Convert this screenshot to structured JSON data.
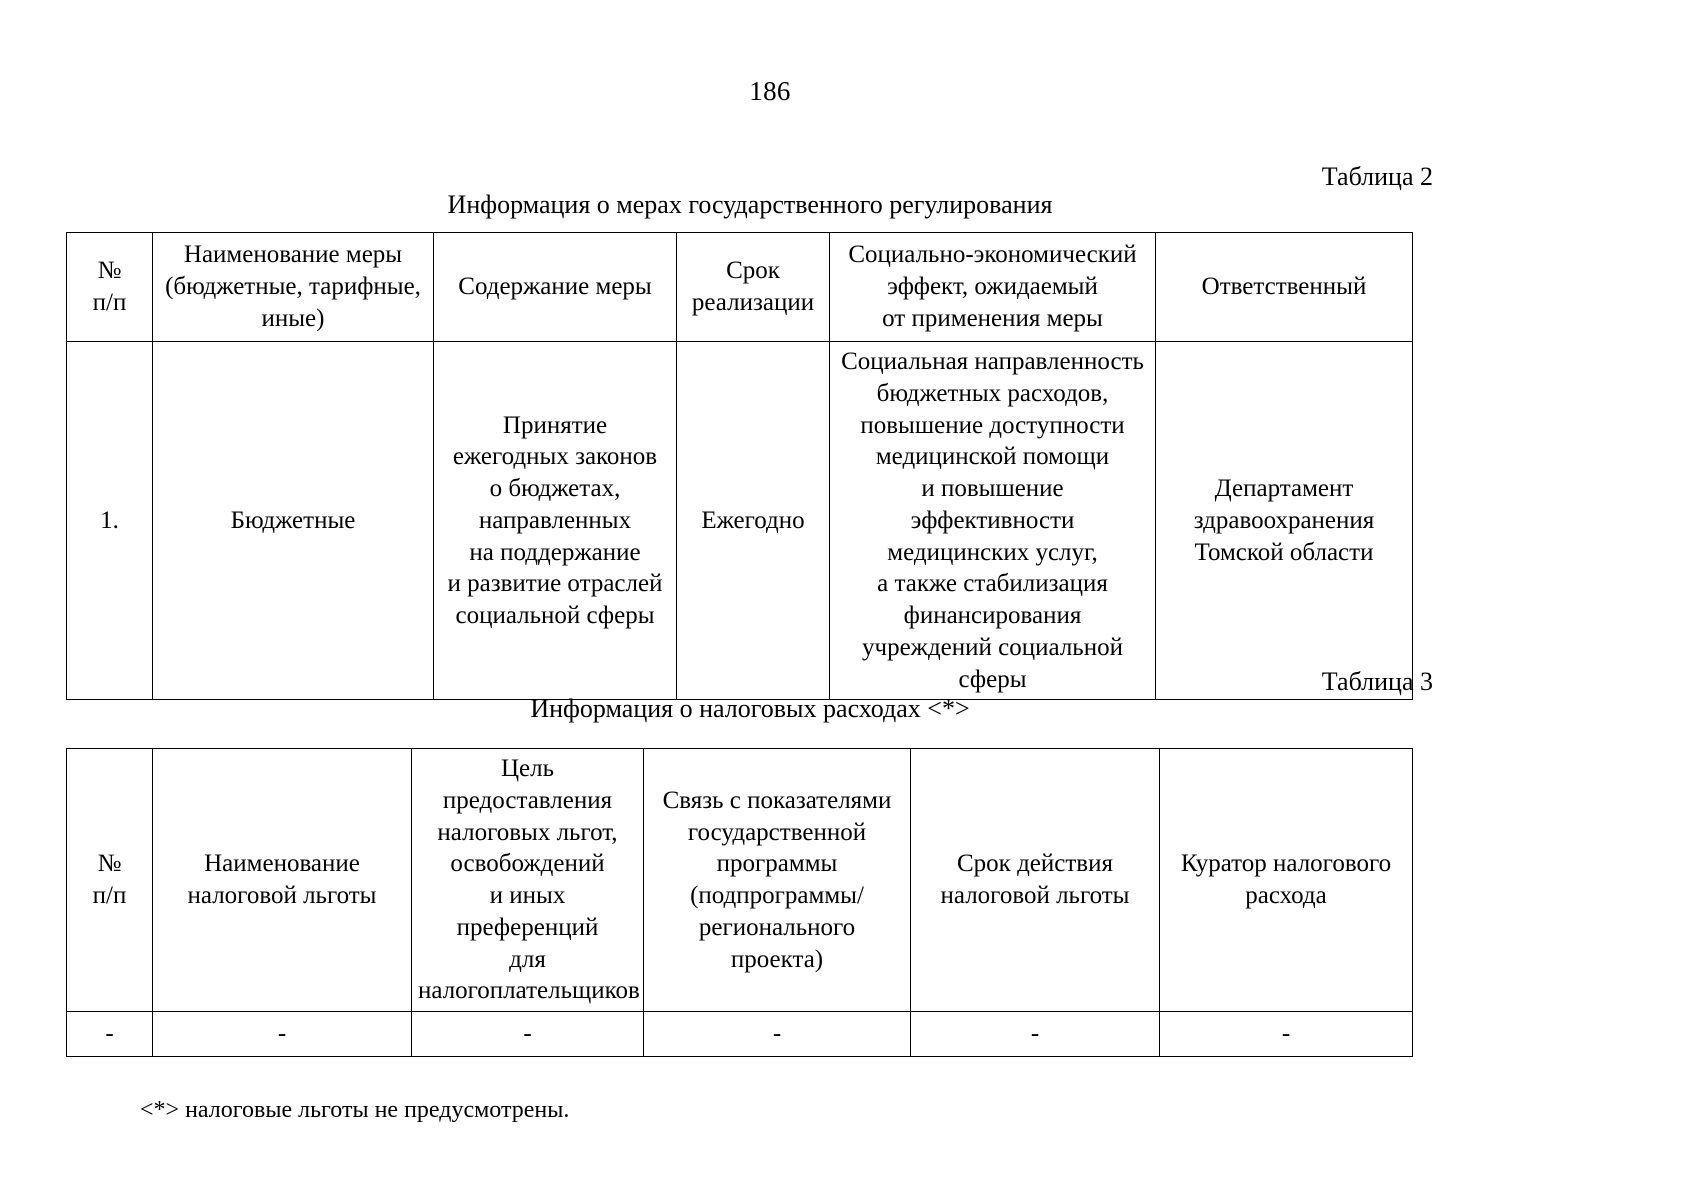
{
  "document": {
    "page_number": "186",
    "footnote": "<*> налоговые льготы не предусмотрены."
  },
  "table_regulation": {
    "label": "Таблица 2",
    "title": "Информация о мерах государственного регулирования",
    "headers": {
      "num": "№\nп/п",
      "measure_name": "Наименование меры\n(бюджетные, тарифные,\nиные)",
      "measure_content": "Содержание меры",
      "term": "Срок\nреализации",
      "effect": "Социально-экономический\nэффект, ожидаемый\nот применения меры",
      "responsible": "Ответственный"
    },
    "rows": [
      {
        "num": "1.",
        "measure_name": "Бюджетные",
        "measure_content": "Принятие\nежегодных законов\nо бюджетах,\nнаправленных\nна поддержание\nи развитие отраслей\nсоциальной сферы",
        "term": "Ежегодно",
        "effect": "Социальная направленность\nбюджетных расходов,\nповышение доступности\nмедицинской помощи\nи повышение\nэффективности\nмедицинских услуг,\nа также стабилизация\nфинансирования\nучреждений социальной\nсферы",
        "responsible": "Департамент\nздравоохранения\nТомской области"
      }
    ]
  },
  "table_tax": {
    "label": "Таблица 3",
    "title": "Информация о налоговых расходах <*>",
    "headers": {
      "num": "№\nп/п",
      "benefit_name": "Наименование\nналоговой льготы",
      "purpose": "Цель\nпредоставления\nналоговых льгот,\nосвобождений\nи иных преференций\nдля\nналогоплательщиков",
      "link": "Связь с показателями\nгосударственной\nпрограммы\n(подпрограммы/\nрегионального проекта)",
      "term": "Срок действия\nналоговой льготы",
      "curator": "Куратор налогового\nрасхода"
    },
    "rows": [
      {
        "num": "-",
        "benefit_name": "-",
        "purpose": "-",
        "link": "-",
        "term": "-",
        "curator": "-"
      }
    ]
  }
}
